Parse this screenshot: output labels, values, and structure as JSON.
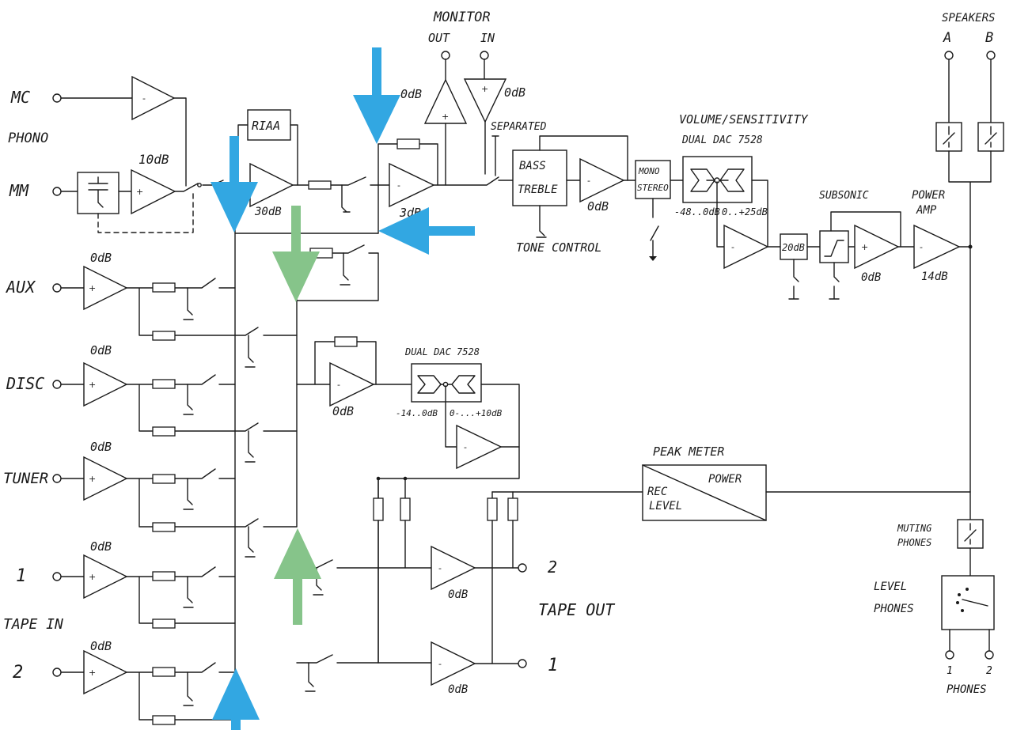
{
  "diagram": {
    "monitor": {
      "title": "MONITOR",
      "out": "OUT",
      "in": "IN"
    },
    "speakers": {
      "title": "SPEAKERS",
      "a": "A",
      "b": "B"
    },
    "inputs": {
      "mc": "MC",
      "phono": "PHONO",
      "mm": "MM",
      "aux": "AUX",
      "disc": "DISC",
      "tuner": "TUNER",
      "tape1": "1",
      "tape_in": "TAPE IN",
      "tape2": "2"
    },
    "gains": {
      "mm": "10dB",
      "riaa_amp": "30dB",
      "mix_amp": "3dB",
      "monitor_out": "0dB",
      "monitor_in": "0dB",
      "tone_amp": "0dB",
      "aux": "0dB",
      "disc": "0dB",
      "tuner": "0dB",
      "tape1": "0dB",
      "tape2": "0dB",
      "dac_buffer": "0dB",
      "tape_out2_amp": "0dB",
      "tape_out1_amp": "0dB",
      "subsonic_amp": "0dB",
      "power_amp": "14dB"
    },
    "blocks": {
      "riaa": "RIAA",
      "separated": "SEPARATED",
      "bass": "BASS",
      "treble": "TREBLE",
      "tone_control": "TONE CONTROL",
      "mono": "MONO",
      "stereo": "STEREO",
      "volume": "VOLUME/SENSITIVITY",
      "dac_main": "DUAL DAC 7528",
      "dac_main_range1": "-48..0dB",
      "dac_main_range2": "0..+25dB",
      "att_20db": "20dB",
      "subsonic": "SUBSONIC",
      "power_amp_1": "POWER",
      "power_amp_2": "AMP",
      "dac_rec": "DUAL DAC 7528",
      "dac_rec_range1": "-14..0dB",
      "dac_rec_range2": "0-...+10dB",
      "peak_meter": "PEAK METER",
      "power": "POWER",
      "rec": "REC",
      "level": "LEVEL",
      "muting_1": "MUTING",
      "muting_2": "PHONES",
      "level_phones_1": "LEVEL",
      "level_phones_2": "PHONES"
    },
    "tape_out": {
      "title": "TAPE OUT",
      "out2": "2",
      "out1": "1"
    },
    "phones": {
      "title": "PHONES",
      "p1": "1",
      "p2": "2"
    },
    "amp_signs": {
      "plus": "+",
      "minus": "-"
    },
    "arrow_colors": {
      "blue": "#32a7e2",
      "green": "#86c48a"
    }
  }
}
